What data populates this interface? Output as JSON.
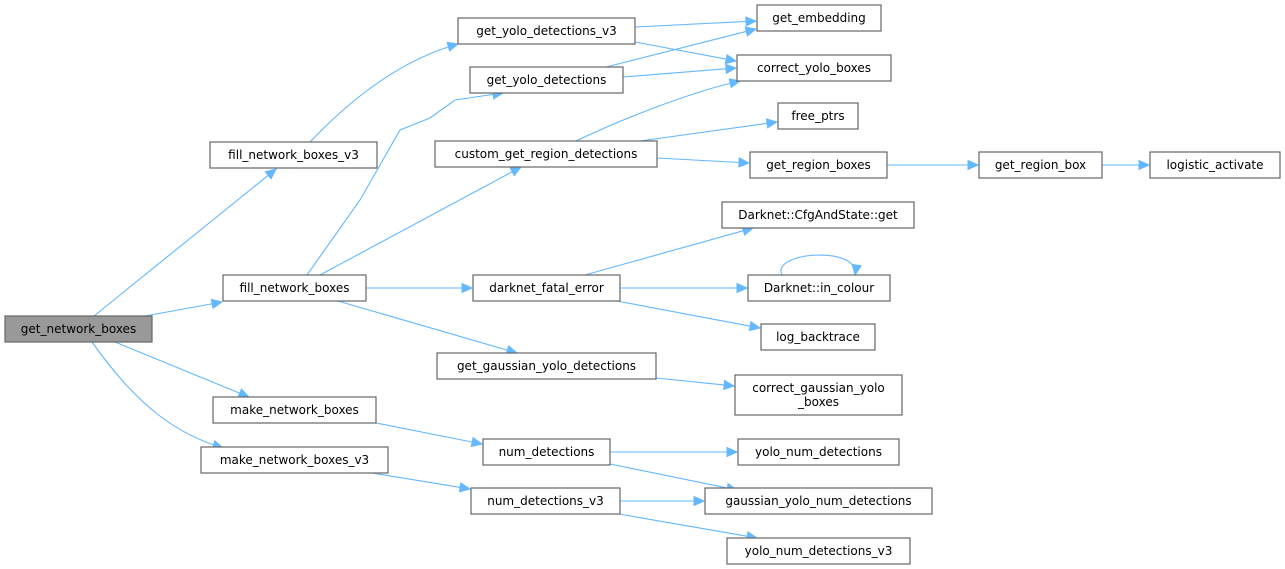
{
  "diagram": {
    "type": "call-graph",
    "edge_color": "#63b8ff",
    "node_border_color": "#666666",
    "root_fill_color": "#999999",
    "nodes": [
      {
        "id": "get_network_boxes",
        "label": "get_network_boxes",
        "root": true
      },
      {
        "id": "fill_network_boxes_v3",
        "label": "fill_network_boxes_v3"
      },
      {
        "id": "fill_network_boxes",
        "label": "fill_network_boxes"
      },
      {
        "id": "make_network_boxes",
        "label": "make_network_boxes"
      },
      {
        "id": "make_network_boxes_v3",
        "label": "make_network_boxes_v3"
      },
      {
        "id": "get_yolo_detections_v3",
        "label": "get_yolo_detections_v3"
      },
      {
        "id": "get_yolo_detections",
        "label": "get_yolo_detections"
      },
      {
        "id": "custom_get_region_detections",
        "label": "custom_get_region_detections"
      },
      {
        "id": "darknet_fatal_error",
        "label": "darknet_fatal_error"
      },
      {
        "id": "get_gaussian_yolo_detections",
        "label": "get_gaussian_yolo_detections"
      },
      {
        "id": "num_detections",
        "label": "num_detections"
      },
      {
        "id": "num_detections_v3",
        "label": "num_detections_v3"
      },
      {
        "id": "get_embedding",
        "label": "get_embedding"
      },
      {
        "id": "correct_yolo_boxes",
        "label": "correct_yolo_boxes"
      },
      {
        "id": "free_ptrs",
        "label": "free_ptrs"
      },
      {
        "id": "get_region_boxes",
        "label": "get_region_boxes"
      },
      {
        "id": "get_region_box",
        "label": "get_region_box"
      },
      {
        "id": "logistic_activate",
        "label": "logistic_activate"
      },
      {
        "id": "cfg_and_state_get",
        "label": "Darknet::CfgAndState::get"
      },
      {
        "id": "in_colour",
        "label": "Darknet::in_colour"
      },
      {
        "id": "log_backtrace",
        "label": "log_backtrace"
      },
      {
        "id": "correct_gaussian_yolo_boxes",
        "label": "correct_gaussian_yolo\n_boxes"
      },
      {
        "id": "yolo_num_detections",
        "label": "yolo_num_detections"
      },
      {
        "id": "gaussian_yolo_num_detections",
        "label": "gaussian_yolo_num_detections"
      },
      {
        "id": "yolo_num_detections_v3",
        "label": "yolo_num_detections_v3"
      }
    ],
    "edges": [
      {
        "from": "get_network_boxes",
        "to": "fill_network_boxes_v3"
      },
      {
        "from": "get_network_boxes",
        "to": "fill_network_boxes"
      },
      {
        "from": "get_network_boxes",
        "to": "make_network_boxes"
      },
      {
        "from": "get_network_boxes",
        "to": "make_network_boxes_v3"
      },
      {
        "from": "fill_network_boxes_v3",
        "to": "get_yolo_detections_v3"
      },
      {
        "from": "fill_network_boxes",
        "to": "get_yolo_detections"
      },
      {
        "from": "fill_network_boxes",
        "to": "custom_get_region_detections"
      },
      {
        "from": "fill_network_boxes",
        "to": "darknet_fatal_error"
      },
      {
        "from": "fill_network_boxes",
        "to": "get_gaussian_yolo_detections"
      },
      {
        "from": "get_yolo_detections_v3",
        "to": "get_embedding"
      },
      {
        "from": "get_yolo_detections_v3",
        "to": "correct_yolo_boxes"
      },
      {
        "from": "get_yolo_detections",
        "to": "get_embedding"
      },
      {
        "from": "get_yolo_detections",
        "to": "correct_yolo_boxes"
      },
      {
        "from": "custom_get_region_detections",
        "to": "correct_yolo_boxes"
      },
      {
        "from": "custom_get_region_detections",
        "to": "free_ptrs"
      },
      {
        "from": "custom_get_region_detections",
        "to": "get_region_boxes"
      },
      {
        "from": "get_region_boxes",
        "to": "get_region_box"
      },
      {
        "from": "get_region_box",
        "to": "logistic_activate"
      },
      {
        "from": "darknet_fatal_error",
        "to": "cfg_and_state_get"
      },
      {
        "from": "darknet_fatal_error",
        "to": "in_colour"
      },
      {
        "from": "darknet_fatal_error",
        "to": "log_backtrace"
      },
      {
        "from": "in_colour",
        "to": "in_colour"
      },
      {
        "from": "get_gaussian_yolo_detections",
        "to": "correct_gaussian_yolo_boxes"
      },
      {
        "from": "make_network_boxes",
        "to": "num_detections"
      },
      {
        "from": "make_network_boxes_v3",
        "to": "num_detections_v3"
      },
      {
        "from": "num_detections",
        "to": "yolo_num_detections"
      },
      {
        "from": "num_detections",
        "to": "gaussian_yolo_num_detections"
      },
      {
        "from": "num_detections_v3",
        "to": "gaussian_yolo_num_detections"
      },
      {
        "from": "num_detections_v3",
        "to": "yolo_num_detections_v3"
      }
    ]
  }
}
